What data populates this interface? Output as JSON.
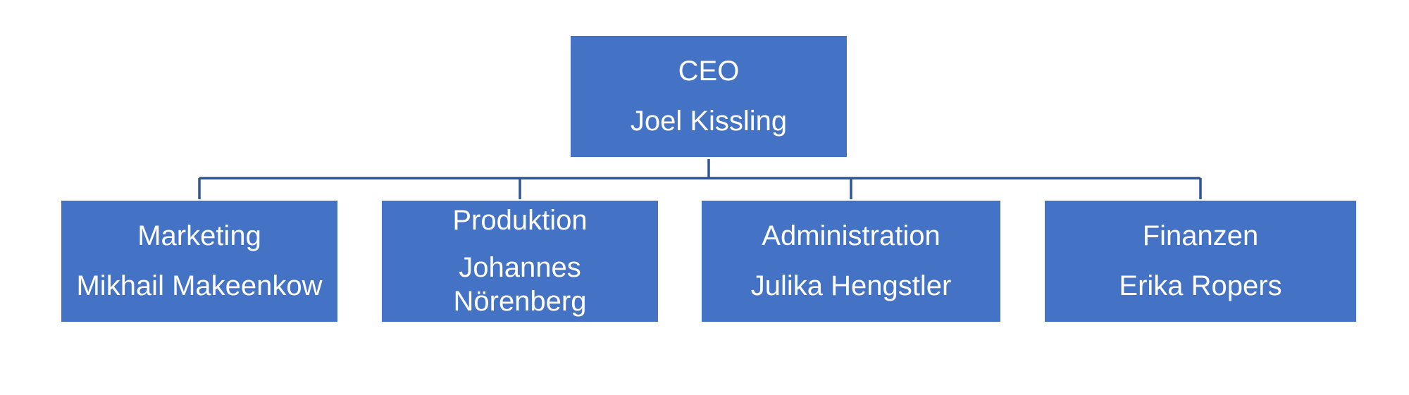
{
  "colors": {
    "box_fill": "#4472C4",
    "box_text": "#FFFFFF",
    "connector": "#2F5597"
  },
  "ceo": {
    "role": "CEO",
    "name": "Joel Kissling"
  },
  "departments": [
    {
      "role": "Marketing",
      "name": "Mikhail Makeenkow"
    },
    {
      "role": "Produktion",
      "name": "Johannes Nörenberg"
    },
    {
      "role": "Administration",
      "name": "Julika Hengstler"
    },
    {
      "role": "Finanzen",
      "name": "Erika Ropers"
    }
  ]
}
